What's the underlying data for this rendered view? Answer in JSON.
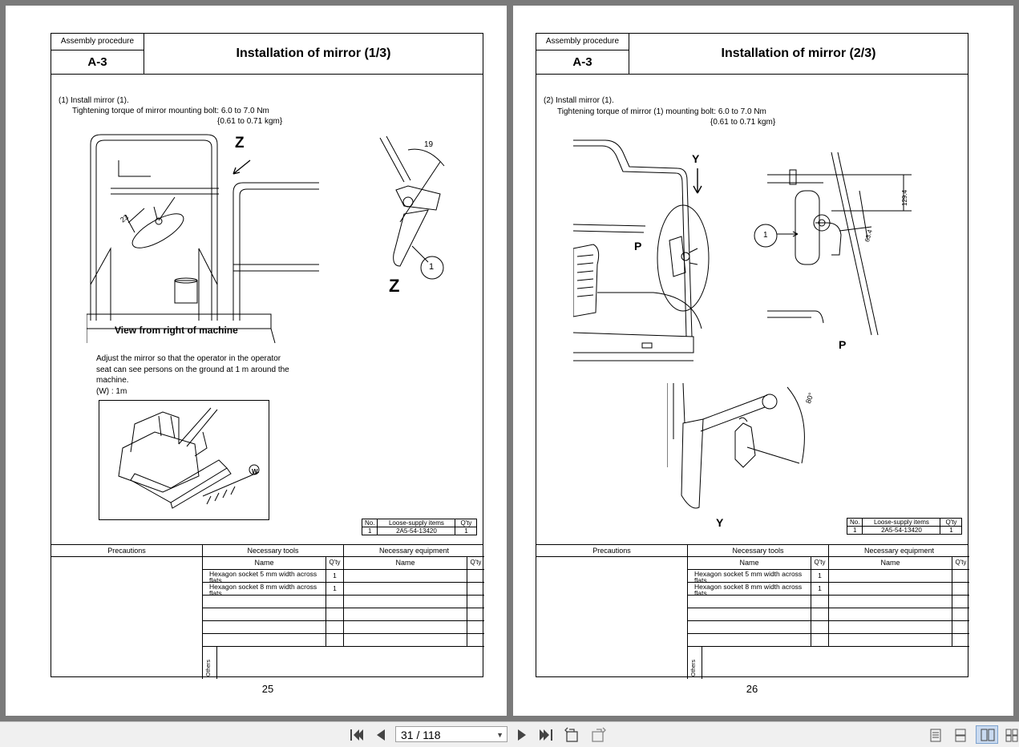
{
  "viewer": {
    "page_indicator": "31 / 118",
    "icons": [
      "first-page-icon",
      "prev-page-icon",
      "next-page-icon",
      "last-page-icon",
      "rotate-icon",
      "export-icon",
      "single-page-icon",
      "continuous-icon",
      "two-page-icon",
      "two-page-continuous-icon"
    ]
  },
  "left": {
    "label": "Assembly procedure",
    "code": "A-3",
    "title": "Installation of mirror (1/3)",
    "step1": "(1) Install mirror (1).",
    "step2": "Tightening torque of mirror mounting bolt: 6.0 to 7.0 Nm",
    "step3": "{0.61 to 0.71 kgm}",
    "fig_z": "Z",
    "fig_23": "23",
    "fig_19": "19",
    "fig_1": "1",
    "fig_z2": "Z",
    "caption": "View from right of machine",
    "adjust1": "Adjust the mirror so that the operator in the operator",
    "adjust2": "seat can see persons on the ground at 1 m around the",
    "adjust3": "machine.",
    "adjust4": "(W) : 1m",
    "fig_w": "W",
    "supply": {
      "h_no": "No.",
      "h_items": "Loose-supply items",
      "h_qty": "Q'ty",
      "no": "1",
      "item": "2A5-54-13420",
      "qty": "1"
    },
    "table": {
      "precautions": "Precautions",
      "tools": "Necessary tools",
      "equipment": "Necessary equipment",
      "name": "Name",
      "qty": "Q'ty",
      "name2": "Name",
      "qty2": "Q'ty",
      "tool1": "Hexagon socket 5 mm width across flats",
      "tool1_qty": "1",
      "tool2": "Hexagon socket 8 mm width across flats",
      "tool2_qty": "1",
      "others": "Others"
    },
    "page_number": "25"
  },
  "right": {
    "label": "Assembly procedure",
    "code": "A-3",
    "title": "Installation of mirror (2/3)",
    "step1": "(2) Install mirror (1).",
    "step2": "Tightening torque of mirror (1) mounting bolt: 6.0 to 7.0 Nm",
    "step3": "{0.61 to 0.71 kgm}",
    "fig_y": "Y",
    "fig_p": "P",
    "fig_1294": "129.4",
    "fig_634": "63.4",
    "fig_1": "1",
    "fig_p2": "P",
    "fig_80": "80°",
    "fig_y2": "Y",
    "supply": {
      "h_no": "No.",
      "h_items": "Loose-supply items",
      "h_qty": "Q'ty",
      "no": "1",
      "item": "2A5-54-13420",
      "qty": "1"
    },
    "table": {
      "precautions": "Precautions",
      "tools": "Necessary tools",
      "equipment": "Necessary equipment",
      "name": "Name",
      "qty": "Q'ty",
      "name2": "Name",
      "qty2": "Q'ty",
      "tool1": "Hexagon socket 5 mm width across flats",
      "tool1_qty": "1",
      "tool2": "Hexagon socket 8 mm width across flats",
      "tool2_qty": "1",
      "others": "Others"
    },
    "page_number": "26"
  }
}
